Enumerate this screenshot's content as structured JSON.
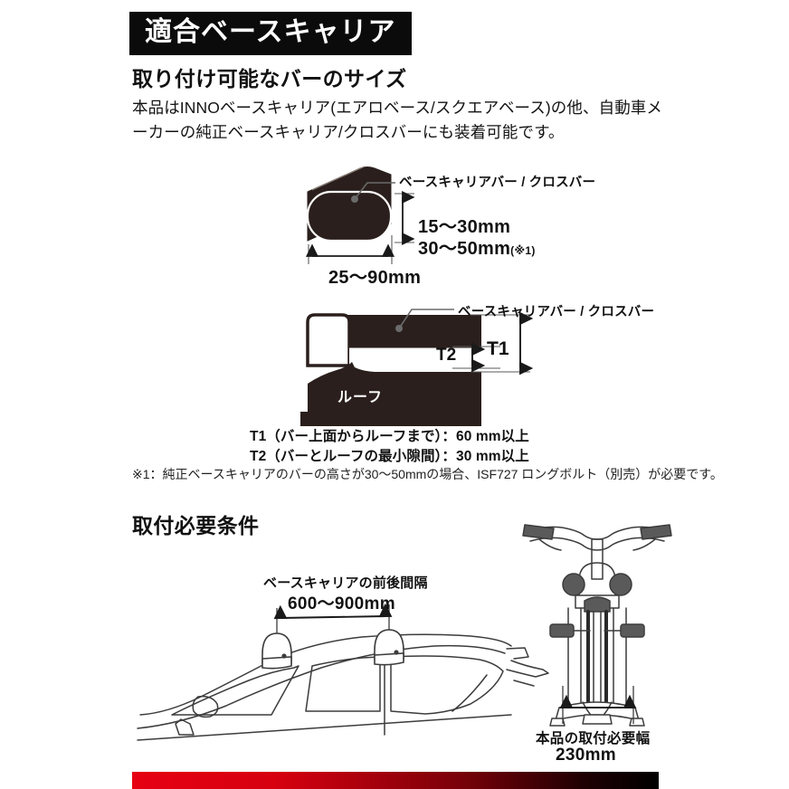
{
  "page": {
    "title_banner": "適合ベースキャリア",
    "accent_red": "#e60012",
    "dark_fill": "#2a1f1c",
    "line_color": "#3c3c3c"
  },
  "bar_size_section": {
    "heading": "取り付け可能なバーのサイズ",
    "body": "本品はINNOベースキャリア(エアロベース/スクエアベース)の他、自動車メーカーの純正ベースキャリア/クロスバーにも装着可能です。",
    "diagram1": {
      "leader_label": "ベースキャリアバー / クロスバー",
      "height_option_1": "15〜30mm",
      "height_option_2": "30〜50mm",
      "height_option_2_note": "(※1)",
      "width_label": "25〜90mm"
    },
    "diagram2": {
      "leader_label": "ベースキャリアバー / クロスバー",
      "roof_label": "ルーフ",
      "t1_label": "T1",
      "t2_label": "T2",
      "spec_t1": "T1（バー上面からルーフまで）：60 mm以上",
      "spec_t2": "T2（バーとルーフの最小隙間）：30 mm以上"
    },
    "footnote": "※1：純正ベースキャリアのバーの高さが30〜50mmの場合、ISF727 ロングボルト（別売）が必要です。"
  },
  "requirements_section": {
    "heading": "取付必要条件",
    "car_diagram": {
      "spacing_title": "ベースキャリアの前後間隔",
      "spacing_value": "600〜900mm"
    },
    "bike_diagram": {
      "width_title": "本品の取付必要幅",
      "width_value": "230mm"
    }
  }
}
